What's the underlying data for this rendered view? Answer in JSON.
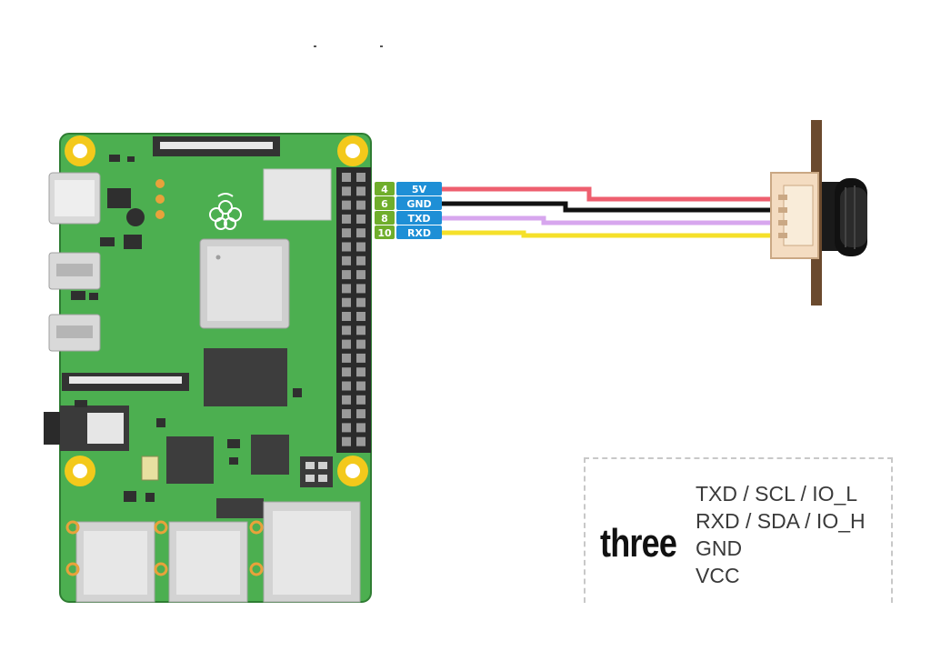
{
  "pins": [
    {
      "number": "4",
      "label": "5V"
    },
    {
      "number": "6",
      "label": "GND"
    },
    {
      "number": "8",
      "label": "TXD"
    },
    {
      "number": "10",
      "label": "RXD"
    }
  ],
  "legend": {
    "title": "three",
    "lines": [
      "TXD / SCL / IO_L",
      "RXD / SDA / IO_H",
      "GND",
      "VCC"
    ]
  },
  "colors": {
    "board_green": "#4caf50",
    "wire_5v": "#ee5f6f",
    "wire_gnd": "#111111",
    "wire_txd": "#d7a6ee",
    "wire_rxd": "#f5e02a",
    "pin_number_bg": "#6fae2b",
    "pin_label_bg": "#1e8fd6"
  },
  "icons": [
    "raspberry-pi-logo-icon"
  ]
}
